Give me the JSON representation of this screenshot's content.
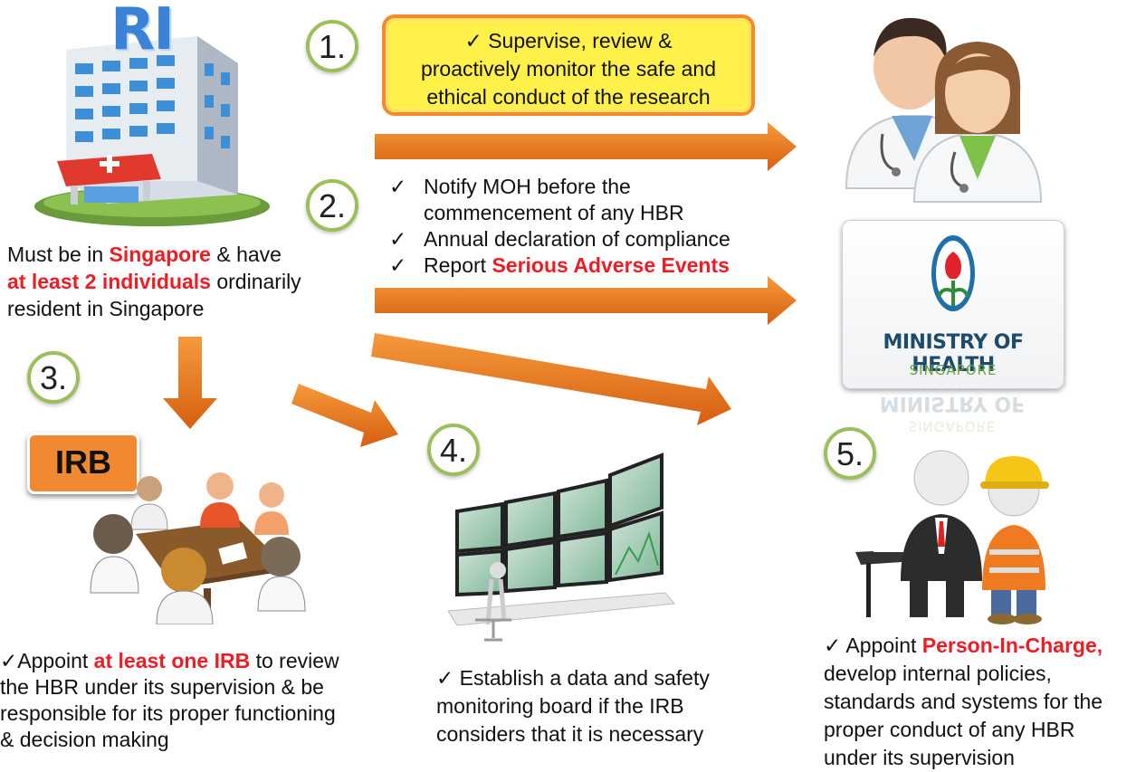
{
  "steps": {
    "s1": "1.",
    "s2": "2.",
    "s3": "3.",
    "s4": "4.",
    "s5": "5."
  },
  "ri_logo": "RI",
  "ri_text": {
    "p1": "Must be in ",
    "red1": "Singapore",
    "p2": " & have",
    "red2": "at least 2 individuals",
    "p3": " ordinarily",
    "p4": "resident in Singapore"
  },
  "box1": {
    "line1": "✓ Supervise, review &",
    "line2": "proactively monitor the safe and",
    "line3": "ethical conduct of the research"
  },
  "list2": {
    "check": "✓",
    "item1a": "Notify MOH before the",
    "item1b": "commencement of any HBR",
    "item2": "Annual declaration of compliance",
    "item3a": "Report ",
    "item3b": "Serious Adverse Events"
  },
  "irb_label": "IRB",
  "text3": {
    "a": "✓Appoint ",
    "red": "at least one IRB",
    "b": " to review",
    "c": "the HBR under its supervision & be",
    "d": "responsible for its proper functioning",
    "e": "& decision making"
  },
  "text4": {
    "a": "✓ Establish a data and safety",
    "b": "monitoring board if the IRB",
    "c": "considers that it is necessary"
  },
  "text5": {
    "a": "✓ Appoint ",
    "red": "Person-In-Charge,",
    "b": "develop internal policies,",
    "c": "standards and systems for the",
    "d": "proper conduct of any HBR",
    "e": "under its supervision"
  },
  "moh": {
    "name": "MINISTRY OF HEALTH",
    "sub": "SINGAPORE"
  },
  "colors": {
    "arrow": "#e9771f",
    "accent_red": "#ee1c24",
    "circle_border": "#9bbf5a",
    "box_fill": "#fff14a"
  }
}
